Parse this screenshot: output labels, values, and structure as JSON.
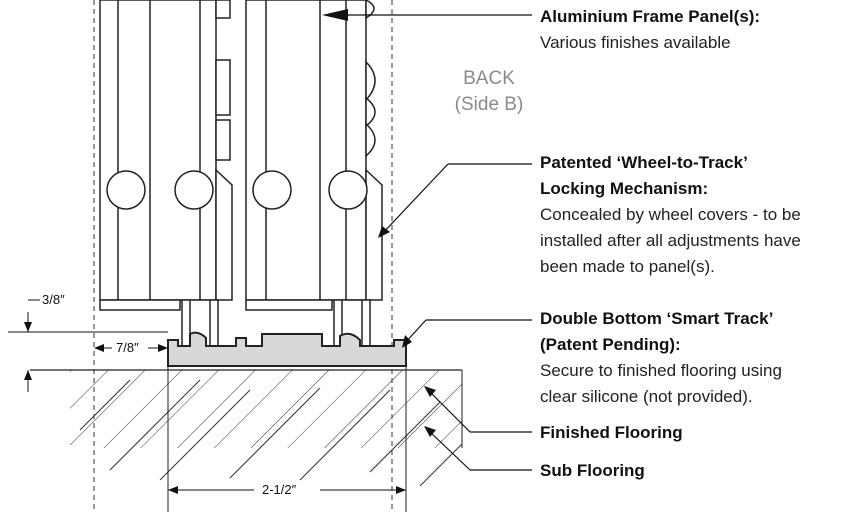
{
  "callouts": {
    "frame_panel": {
      "title": "Aluminium Frame Panel(s):",
      "lines": [
        "Various finishes available"
      ]
    },
    "back_side": {
      "line1": "BACK",
      "line2": "(Side B)"
    },
    "locking": {
      "title": [
        "Patented ‘Wheel-to-Track’",
        "Locking Mechanism:"
      ],
      "lines": [
        "Concealed by wheel covers - to be",
        "installed after all adjustments have",
        "been made to panel(s)."
      ]
    },
    "track": {
      "title": [
        "Double Bottom ‘Smart Track’",
        "(Patent Pending):"
      ],
      "lines": [
        "Secure to finished flooring using",
        "clear silicone (not provided)."
      ]
    },
    "finished_flooring": "Finished Flooring",
    "sub_flooring": "Sub Flooring"
  },
  "dimensions": {
    "height": "3/8″",
    "offset": "7/8″",
    "width": "2-1/2″"
  }
}
